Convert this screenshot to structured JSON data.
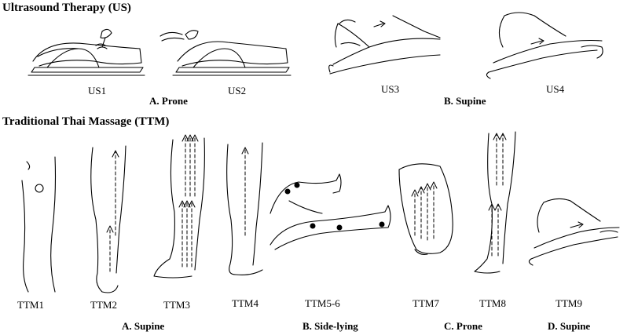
{
  "sections": {
    "us_title": "Ultrasound Therapy (US)",
    "ttm_title": "Traditional Thai Massage (TTM)"
  },
  "us": {
    "labels": [
      "US1",
      "US2",
      "US3",
      "US4"
    ],
    "groups": [
      "A. Prone",
      "B. Supine"
    ]
  },
  "ttm": {
    "labels": [
      "TTM1",
      "TTM2",
      "TTM3",
      "TTM4",
      "TTM5-6",
      "TTM7",
      "TTM8",
      "TTM9"
    ],
    "groups": [
      "A. Supine",
      "B. Side-lying",
      "C. Prone",
      "D. Supine"
    ]
  }
}
